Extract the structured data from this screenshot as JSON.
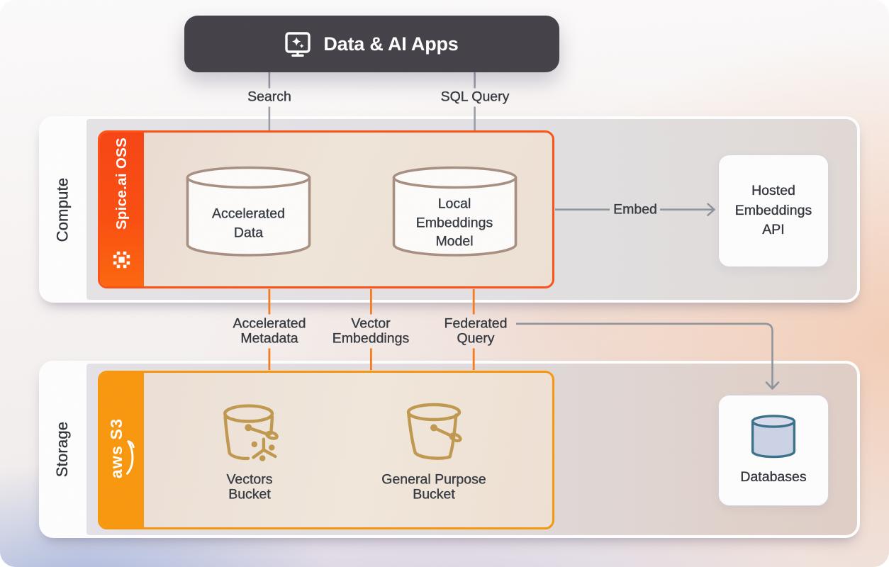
{
  "app_node": {
    "label": "Data & AI Apps",
    "icon": "monitor-sparkle-icon",
    "bg_color": "#434147"
  },
  "edges": {
    "search": {
      "label": "Search"
    },
    "sql_query": {
      "label": "SQL Query"
    },
    "embed": {
      "label": "Embed"
    },
    "accelerated_metadata": {
      "label": "Accelerated Metadata"
    },
    "vector_embeddings": {
      "label": "Vector Embeddings"
    },
    "federated_query": {
      "label": "Federated Query"
    }
  },
  "compute_band": {
    "label": "Compute",
    "spice_group": {
      "label": "Spice.ai OSS",
      "icon": "spice-gear-icon",
      "accent_color": "#FB5114",
      "nodes": [
        {
          "label": "Accelerated Data",
          "shape": "cylinder"
        },
        {
          "label": "Local Embeddings Model",
          "shape": "cylinder"
        }
      ]
    },
    "hosted_node": {
      "label": "Hosted Embeddings API"
    }
  },
  "storage_band": {
    "label": "Storage",
    "aws_group": {
      "label": "aws S3",
      "icon": "aws-smile-icon",
      "accent_color": "#F8970D",
      "nodes": [
        {
          "label": "Vectors Bucket",
          "icon": "s3-vectors-bucket-icon"
        },
        {
          "label": "General Purpose Bucket",
          "icon": "s3-bucket-icon"
        }
      ]
    },
    "databases_node": {
      "label": "Databases",
      "icon": "database-cylinder-icon"
    }
  },
  "colors": {
    "connector_gray": "#979BA3",
    "connector_orange": "#F57B1D",
    "cylinder_stroke": "#A78F81",
    "bucket_stroke": "#C0984F",
    "database_stroke": "#3A7089",
    "database_fill": "#CBD2E5",
    "label_text": "#33373E"
  }
}
